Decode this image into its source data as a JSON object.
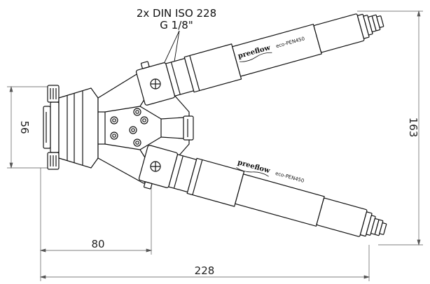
{
  "callout": {
    "line1": "2x DIN ISO 228",
    "line2": "G 1/8\""
  },
  "dimensions": {
    "height_left": "56",
    "height_right": "163",
    "length_short": "80",
    "length_total": "228"
  },
  "branding": {
    "brand_upper": "preeflow",
    "model_upper": "eco-PEN450",
    "brand_lower": "preeflow",
    "model_lower": "eco-PEN450"
  }
}
